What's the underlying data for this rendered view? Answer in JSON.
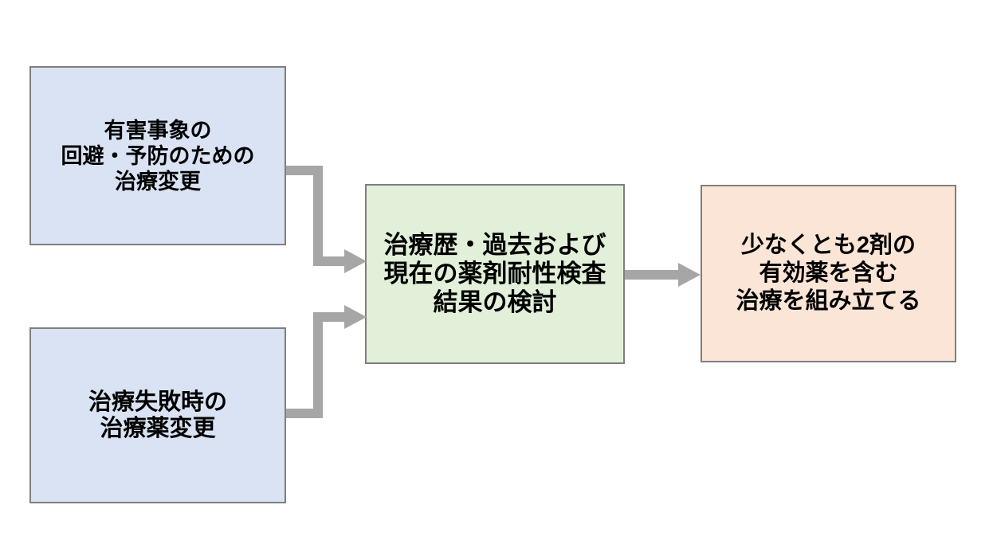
{
  "diagram": {
    "boxes": [
      {
        "id": "adverse-event-treatment-change",
        "text": "有害事象の\n回避・予防のための\n治療変更",
        "fill": "#dae3f3"
      },
      {
        "id": "treatment-failure-drug-change",
        "text": "治療失敗時の\n治療薬変更",
        "fill": "#dae3f3"
      },
      {
        "id": "history-and-resistance-review",
        "text": "治療歴・過去および\n現在の薬剤耐性検査\n結果の検討",
        "fill": "#e2f0d9"
      },
      {
        "id": "construct-regimen",
        "text": "少なくとも2剤の\n有効薬を含む\n治療を組み立てる",
        "fill": "#fbe5d6"
      }
    ],
    "colors": {
      "border": "#7f7f7f",
      "arrow": "#a6a6a6",
      "text": "#000000",
      "background": "#ffffff"
    }
  }
}
